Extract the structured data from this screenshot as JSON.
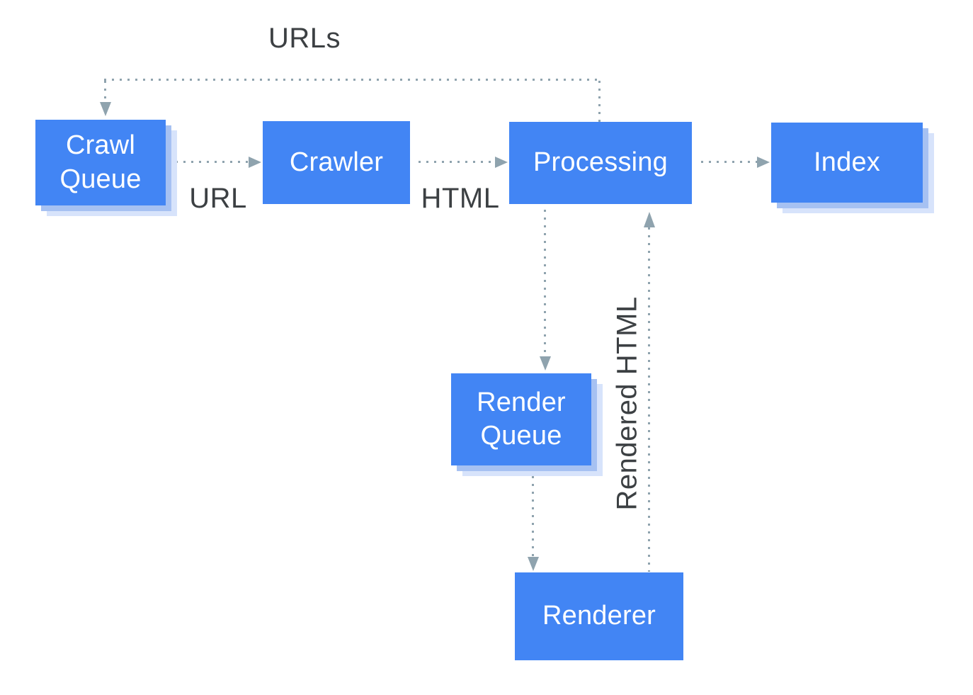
{
  "diagram": {
    "description_visible_text_only": "crawl-render-index pipeline",
    "nodes": {
      "crawl_queue": {
        "label": "Crawl\nQueue"
      },
      "crawler": {
        "label": "Crawler"
      },
      "processing": {
        "label": "Processing"
      },
      "index": {
        "label": "Index"
      },
      "render_queue": {
        "label": "Render\nQueue"
      },
      "renderer": {
        "label": "Renderer"
      }
    },
    "edge_labels": {
      "urls": "URLs",
      "url": "URL",
      "html": "HTML",
      "rendered_html": "Rendered HTML"
    },
    "edges": [
      {
        "from": "processing",
        "to": "crawl_queue",
        "label": "URLs",
        "style": "dotted"
      },
      {
        "from": "crawl_queue",
        "to": "crawler",
        "label": "URL",
        "style": "dotted"
      },
      {
        "from": "crawler",
        "to": "processing",
        "label": "HTML",
        "style": "dotted"
      },
      {
        "from": "processing",
        "to": "index",
        "label": "",
        "style": "dotted"
      },
      {
        "from": "processing",
        "to": "render_queue",
        "label": "",
        "style": "dotted"
      },
      {
        "from": "render_queue",
        "to": "renderer",
        "label": "",
        "style": "dotted"
      },
      {
        "from": "renderer",
        "to": "processing",
        "label": "Rendered HTML",
        "style": "dotted"
      }
    ],
    "colors": {
      "node_fill": "#4285F4",
      "node_text": "#FFFFFF",
      "node_shadow_inner": "#A6C1F2",
      "node_shadow_outer": "#D7E3FB",
      "connector": "#8FA3AE",
      "label_text": "#3C4043",
      "background": "#FFFFFF"
    }
  }
}
